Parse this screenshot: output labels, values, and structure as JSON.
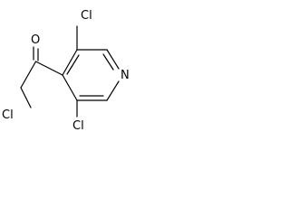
{
  "molecule": {
    "atoms": {
      "cl_top": "Cl",
      "o": "O",
      "n": "N",
      "cl_left": "Cl",
      "cl_bottom": "Cl"
    }
  },
  "colors": {
    "background": "#ffffff",
    "bonds": "#000000",
    "labels": "#000000"
  }
}
